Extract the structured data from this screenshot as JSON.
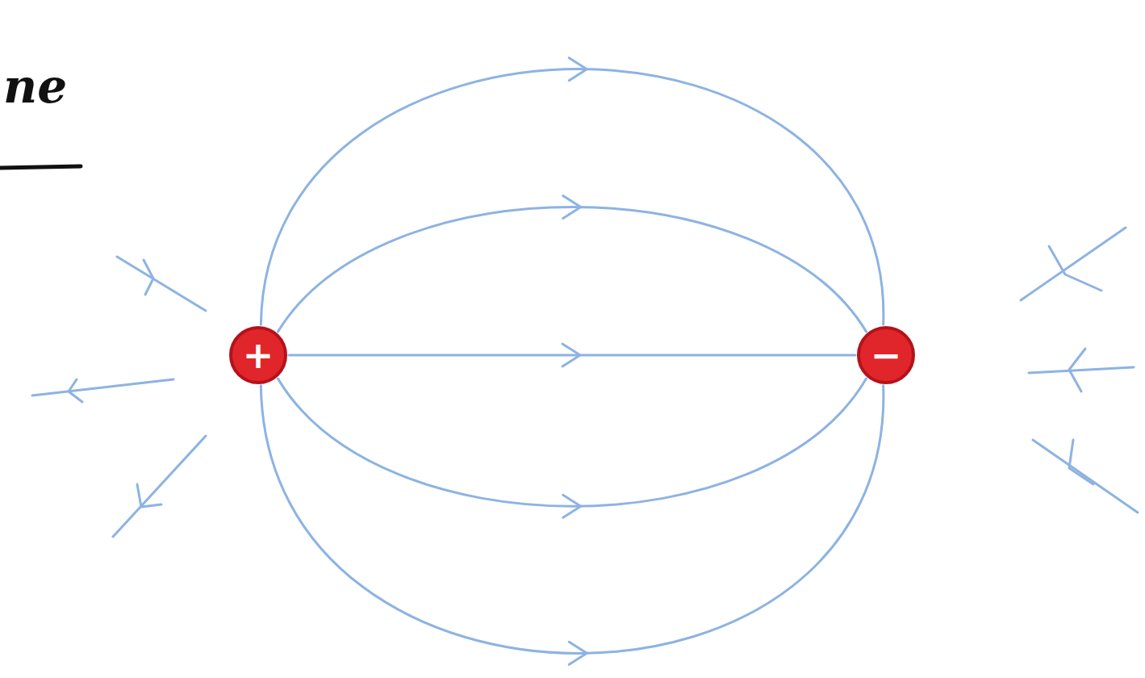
{
  "diagram": {
    "title": "ne",
    "nodes": [
      {
        "text": [
          "+"
        ]
      },
      {
        "text": [
          "−"
        ]
      }
    ],
    "edges": [
      {
        "from": 0,
        "to": 1,
        "arrow": "to"
      },
      {
        "from": 0,
        "to": 1,
        "arrow": "to"
      },
      {
        "from": 0,
        "to": 1,
        "arrow": "to"
      },
      {
        "from": 0,
        "to": 1,
        "arrow": "to"
      },
      {
        "from": 0,
        "to": 1,
        "arrow": "to"
      }
    ]
  }
}
